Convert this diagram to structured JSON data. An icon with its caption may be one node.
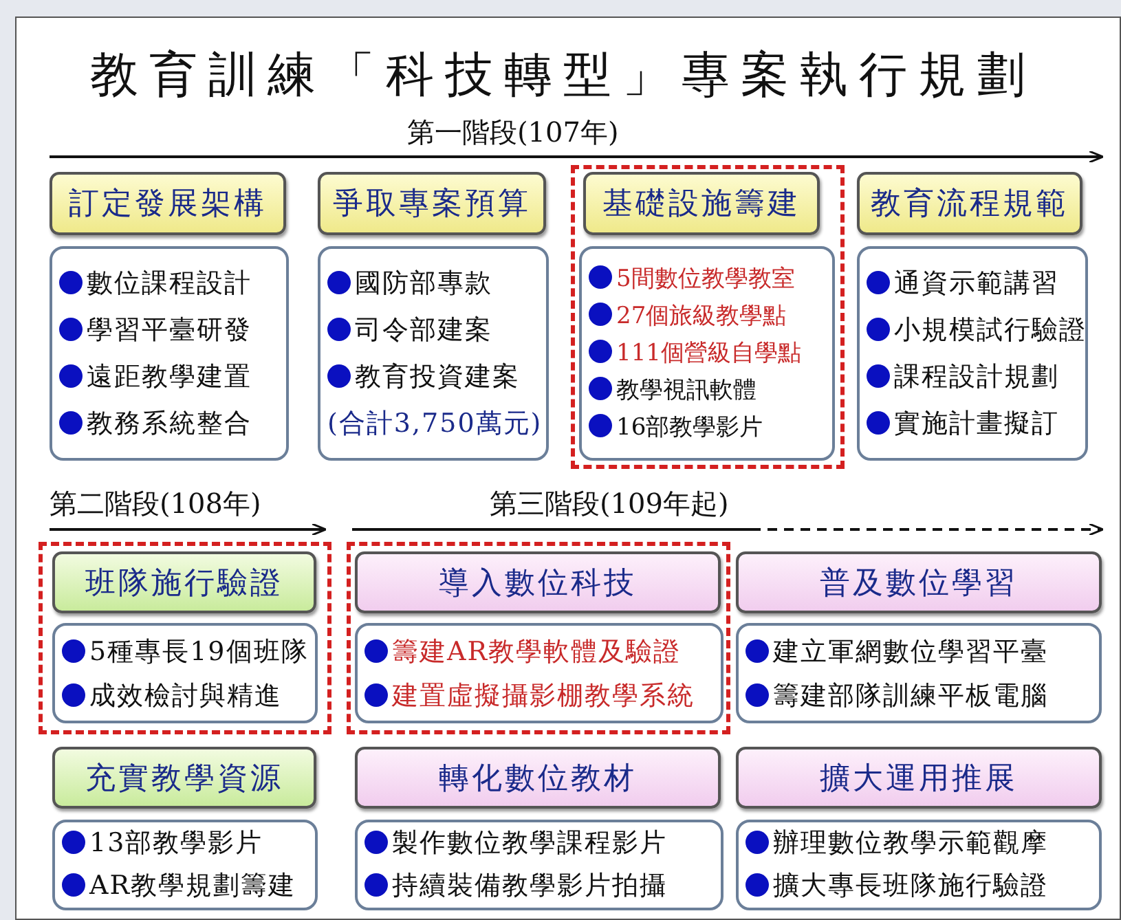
{
  "diagram": {
    "title": "教育訓練「科技轉型」專案執行規劃",
    "nodes": [
      {
        "text": [
          "訂定發展架構"
        ]
      },
      {
        "text": [
          "數位課程設計",
          "學習平臺研發",
          "遠距教學建置",
          "教務系統整合"
        ]
      },
      {
        "text": [
          "爭取專案預算"
        ]
      },
      {
        "text": [
          "國防部專款",
          "司令部建案",
          "教育投資建案",
          "(合計3,750萬元)"
        ]
      },
      {
        "text": [],
        "shape": "box"
      },
      {
        "text": [
          "基礎設施籌建"
        ],
        "in": 4
      },
      {
        "text": [
          "5間數位教學教室",
          "27個旅級教學點",
          "111個營級自學點",
          "教學視訊軟體",
          "16部教學影片"
        ],
        "in": 4
      },
      {
        "text": [
          "教育流程規範"
        ]
      },
      {
        "text": [
          "通資示範講習",
          "小規模試行驗證",
          "課程設計規劃",
          "實施計畫擬訂"
        ]
      },
      {
        "text": [],
        "shape": "box"
      },
      {
        "text": [
          "班隊施行驗證"
        ],
        "in": 9
      },
      {
        "text": [
          "5種專長19個班隊",
          "成效檢討與精進"
        ],
        "in": 9
      },
      {
        "text": [],
        "shape": "box"
      },
      {
        "text": [
          "導入數位科技"
        ],
        "in": 12
      },
      {
        "text": [
          "籌建AR教學軟體及驗證",
          "建置虛擬攝影棚教學系統"
        ],
        "in": 12
      },
      {
        "text": [
          "普及數位學習"
        ]
      },
      {
        "text": [
          "建立軍網數位學習平臺",
          "籌建部隊訓練平板電腦"
        ]
      },
      {
        "text": [
          "充實教學資源"
        ]
      },
      {
        "text": [
          "13部教學影片",
          "AR教學規劃籌建"
        ]
      },
      {
        "text": [
          "轉化數位教材"
        ]
      },
      {
        "text": [
          "製作數位教學課程影片",
          "持續裝備教學影片拍攝"
        ]
      },
      {
        "text": [
          "擴大運用推展"
        ]
      },
      {
        "text": [
          "辦理數位教學示範觀摩",
          "擴大專長班隊施行驗證"
        ]
      }
    ],
    "labels": [
      "第一階段(107年)",
      "第二階段(108年)",
      "第三階段(109年起)"
    ]
  }
}
